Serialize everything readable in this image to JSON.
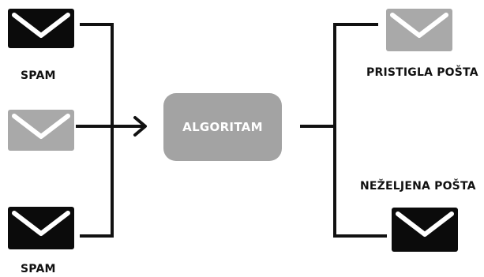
{
  "inputs": [
    {
      "icon": "envelope-icon",
      "tone": "dark",
      "label": "SPAM"
    },
    {
      "icon": "envelope-icon",
      "tone": "light",
      "label": ""
    },
    {
      "icon": "envelope-icon",
      "tone": "dark",
      "label": "SPAM"
    }
  ],
  "algorithm": {
    "label": "ALGORITAM"
  },
  "outputs": [
    {
      "icon": "envelope-icon",
      "tone": "light",
      "label": "PRISTIGLA POŠTA"
    },
    {
      "icon": "envelope-icon",
      "tone": "dark",
      "label": "NEŽELJENA POŠTA"
    }
  ],
  "colors": {
    "dark_envelope": "#0b0b0b",
    "light_envelope": "#a9a9a9",
    "algorithm_box": "#a3a3a3",
    "connector": "#111111",
    "envelope_flap": "#ffffff"
  }
}
